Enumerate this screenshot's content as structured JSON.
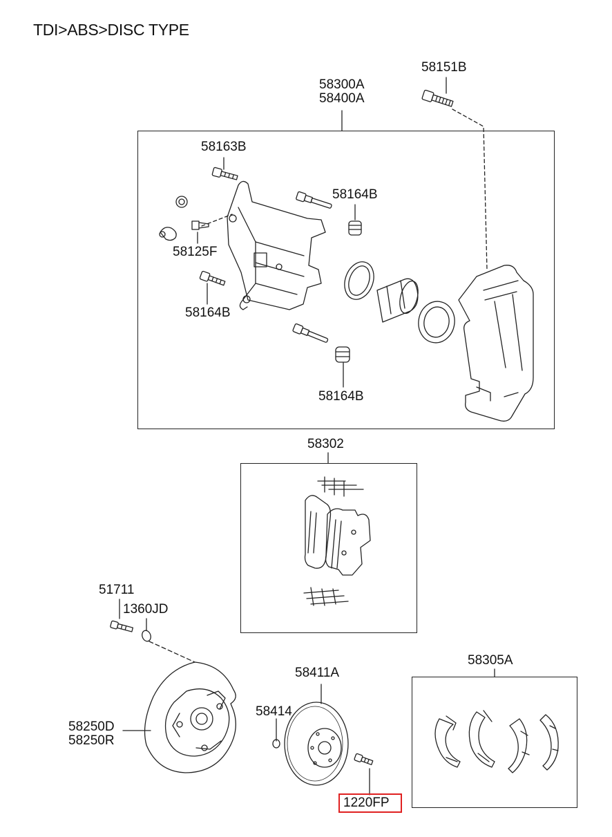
{
  "title": "TDI>ABS>DISC TYPE",
  "labels": {
    "p58151B": "58151B",
    "p58300A": "58300A",
    "p58400A": "58400A",
    "p58163B": "58163B",
    "p58164B_a": "58164B",
    "p58125F": "58125F",
    "p58164B_b": "58164B",
    "p58164B_c": "58164B",
    "p58302": "58302",
    "p51711": "51711",
    "p1360JD": "1360JD",
    "p58411A": "58411A",
    "p58305A": "58305A",
    "p58414": "58414",
    "p58250D": "58250D",
    "p58250R": "58250R",
    "p1220FP": "1220FP"
  },
  "highlight_color": "#e02020"
}
